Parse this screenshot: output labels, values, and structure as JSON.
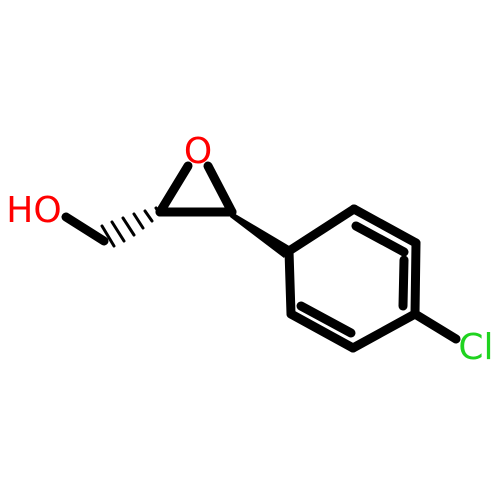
{
  "molecule": {
    "atoms": {
      "oxygen_ring": "O",
      "hydroxyl": "HO",
      "chlorine": "Cl"
    },
    "colors": {
      "bond": "#000000",
      "oxygen": "#ff0000",
      "chlorine": "#1fd31f",
      "hydrogen": "#ff0000",
      "background": "#ffffff"
    }
  }
}
